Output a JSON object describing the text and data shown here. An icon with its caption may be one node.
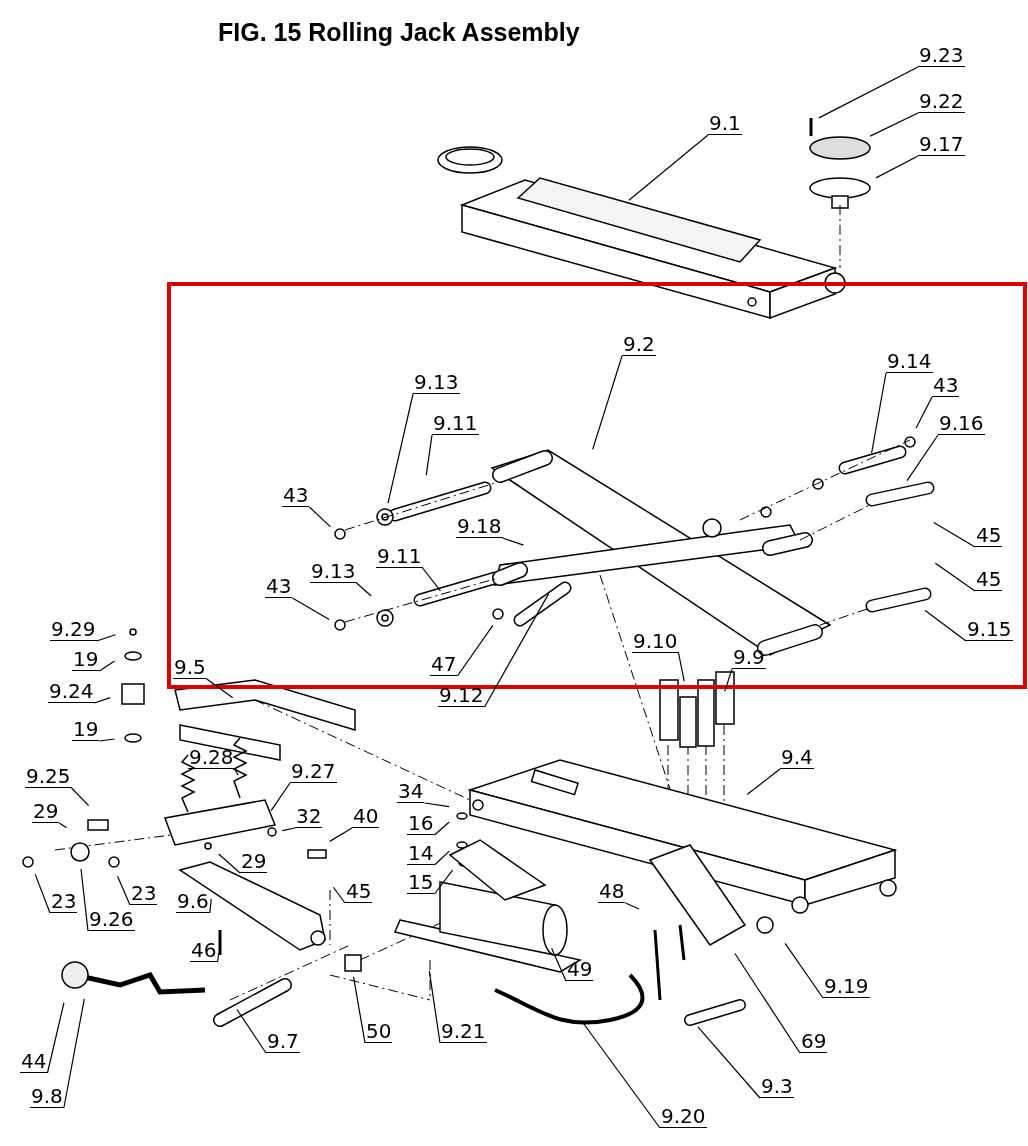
{
  "diagram": {
    "title": "FIG. 15 Rolling Jack Assembly",
    "nodes": [
      {
        "text": [
          "9.23"
        ]
      },
      {
        "text": [
          "9.22"
        ]
      },
      {
        "text": [
          "9.17"
        ]
      },
      {
        "text": [
          "9.1"
        ]
      },
      {
        "text": [
          "9.14"
        ]
      },
      {
        "text": [
          "43"
        ]
      },
      {
        "text": [
          "9.16"
        ]
      },
      {
        "text": [
          "9.13"
        ]
      },
      {
        "text": [
          "9.11"
        ]
      },
      {
        "text": [
          "9.2"
        ]
      },
      {
        "text": [
          "43"
        ]
      },
      {
        "text": [
          "45"
        ]
      },
      {
        "text": [
          "9.18"
        ]
      },
      {
        "text": [
          "9.11"
        ]
      },
      {
        "text": [
          "9.13"
        ]
      },
      {
        "text": [
          "45"
        ]
      },
      {
        "text": [
          "43"
        ]
      },
      {
        "text": [
          "9.15"
        ]
      },
      {
        "text": [
          "47"
        ]
      },
      {
        "text": [
          "9.10"
        ]
      },
      {
        "text": [
          "9.9"
        ]
      },
      {
        "text": [
          "9.12"
        ]
      },
      {
        "text": [
          "9.29"
        ]
      },
      {
        "text": [
          "9.5"
        ]
      },
      {
        "text": [
          "19"
        ]
      },
      {
        "text": [
          "9.24"
        ]
      },
      {
        "text": [
          "19"
        ]
      },
      {
        "text": [
          "9.28"
        ]
      },
      {
        "text": [
          "9.27"
        ]
      },
      {
        "text": [
          "9.4"
        ]
      },
      {
        "text": [
          "9.25"
        ]
      },
      {
        "text": [
          "29"
        ]
      },
      {
        "text": [
          "34"
        ]
      },
      {
        "text": [
          "32"
        ]
      },
      {
        "text": [
          "40"
        ]
      },
      {
        "text": [
          "16"
        ]
      },
      {
        "text": [
          "14"
        ]
      },
      {
        "text": [
          "15"
        ]
      },
      {
        "text": [
          "29"
        ]
      },
      {
        "text": [
          "45"
        ]
      },
      {
        "text": [
          "23"
        ]
      },
      {
        "text": [
          "9.26"
        ]
      },
      {
        "text": [
          "23"
        ]
      },
      {
        "text": [
          "9.6"
        ]
      },
      {
        "text": [
          "48"
        ]
      },
      {
        "text": [
          "49"
        ]
      },
      {
        "text": [
          "9.19"
        ]
      },
      {
        "text": [
          "46"
        ]
      },
      {
        "text": [
          "50"
        ]
      },
      {
        "text": [
          "9.21"
        ]
      },
      {
        "text": [
          "9.7"
        ]
      },
      {
        "text": [
          "69"
        ]
      },
      {
        "text": [
          "44"
        ]
      },
      {
        "text": [
          "9.3"
        ]
      },
      {
        "text": [
          "9.8"
        ]
      },
      {
        "text": [
          "9.20"
        ]
      }
    ],
    "edges": [
      {
        "from": 0,
        "to": null,
        "arrow": "none"
      },
      {
        "from": 1,
        "to": null,
        "arrow": "none"
      },
      {
        "from": 2,
        "to": null,
        "arrow": "none"
      },
      {
        "from": 3,
        "to": null,
        "arrow": "none"
      },
      {
        "from": 4,
        "to": null,
        "arrow": "none"
      },
      {
        "from": 5,
        "to": null,
        "arrow": "none"
      },
      {
        "from": 6,
        "to": null,
        "arrow": "none"
      },
      {
        "from": 7,
        "to": null,
        "arrow": "none"
      },
      {
        "from": 8,
        "to": null,
        "arrow": "none"
      },
      {
        "from": 9,
        "to": null,
        "arrow": "none"
      },
      {
        "from": 10,
        "to": null,
        "arrow": "none"
      },
      {
        "from": 11,
        "to": null,
        "arrow": "none"
      },
      {
        "from": 12,
        "to": null,
        "arrow": "none"
      },
      {
        "from": 13,
        "to": null,
        "arrow": "none"
      },
      {
        "from": 14,
        "to": null,
        "arrow": "none"
      },
      {
        "from": 15,
        "to": null,
        "arrow": "none"
      },
      {
        "from": 16,
        "to": null,
        "arrow": "none"
      },
      {
        "from": 17,
        "to": null,
        "arrow": "none"
      },
      {
        "from": 18,
        "to": null,
        "arrow": "none"
      },
      {
        "from": 19,
        "to": null,
        "arrow": "none"
      },
      {
        "from": 20,
        "to": null,
        "arrow": "none"
      },
      {
        "from": 21,
        "to": null,
        "arrow": "none"
      },
      {
        "from": 22,
        "to": null,
        "arrow": "none"
      },
      {
        "from": 23,
        "to": null,
        "arrow": "none"
      },
      {
        "from": 24,
        "to": null,
        "arrow": "none"
      },
      {
        "from": 25,
        "to": null,
        "arrow": "none"
      },
      {
        "from": 26,
        "to": null,
        "arrow": "none"
      },
      {
        "from": 27,
        "to": null,
        "arrow": "none"
      },
      {
        "from": 28,
        "to": null,
        "arrow": "none"
      },
      {
        "from": 29,
        "to": null,
        "arrow": "none"
      },
      {
        "from": 30,
        "to": null,
        "arrow": "none"
      },
      {
        "from": 31,
        "to": null,
        "arrow": "none"
      },
      {
        "from": 32,
        "to": null,
        "arrow": "none"
      },
      {
        "from": 33,
        "to": null,
        "arrow": "none"
      },
      {
        "from": 34,
        "to": null,
        "arrow": "none"
      },
      {
        "from": 35,
        "to": null,
        "arrow": "none"
      },
      {
        "from": 36,
        "to": null,
        "arrow": "none"
      },
      {
        "from": 37,
        "to": null,
        "arrow": "none"
      },
      {
        "from": 38,
        "to": null,
        "arrow": "none"
      },
      {
        "from": 39,
        "to": null,
        "arrow": "none"
      },
      {
        "from": 40,
        "to": null,
        "arrow": "none"
      },
      {
        "from": 41,
        "to": null,
        "arrow": "none"
      },
      {
        "from": 42,
        "to": null,
        "arrow": "none"
      },
      {
        "from": 43,
        "to": null,
        "arrow": "none"
      },
      {
        "from": 44,
        "to": null,
        "arrow": "none"
      },
      {
        "from": 45,
        "to": null,
        "arrow": "none"
      },
      {
        "from": 46,
        "to": null,
        "arrow": "none"
      },
      {
        "from": 47,
        "to": null,
        "arrow": "none"
      },
      {
        "from": 48,
        "to": null,
        "arrow": "none"
      },
      {
        "from": 49,
        "to": null,
        "arrow": "none"
      },
      {
        "from": 50,
        "to": null,
        "arrow": "none"
      },
      {
        "from": 51,
        "to": null,
        "arrow": "none"
      },
      {
        "from": 52,
        "to": null,
        "arrow": "none"
      },
      {
        "from": 53,
        "to": null,
        "arrow": "none"
      },
      {
        "from": 54,
        "to": null,
        "arrow": "none"
      },
      {
        "from": 55,
        "to": null,
        "arrow": "none"
      }
    ]
  }
}
